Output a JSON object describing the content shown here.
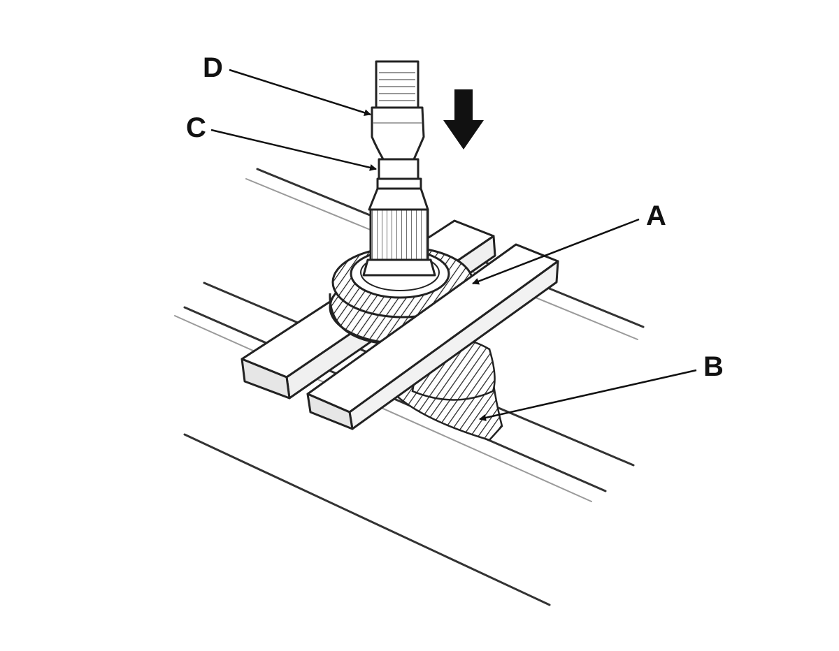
{
  "callouts": [
    {
      "id": "A",
      "text": "A"
    },
    {
      "id": "B",
      "text": "B"
    },
    {
      "id": "C",
      "text": "C"
    },
    {
      "id": "D",
      "text": "D"
    }
  ],
  "colors": {
    "line": "#222222",
    "light_line": "#9a9a9a",
    "fill": "#ffffff",
    "shade": "#e8e8e8",
    "arrow": "#111111"
  }
}
